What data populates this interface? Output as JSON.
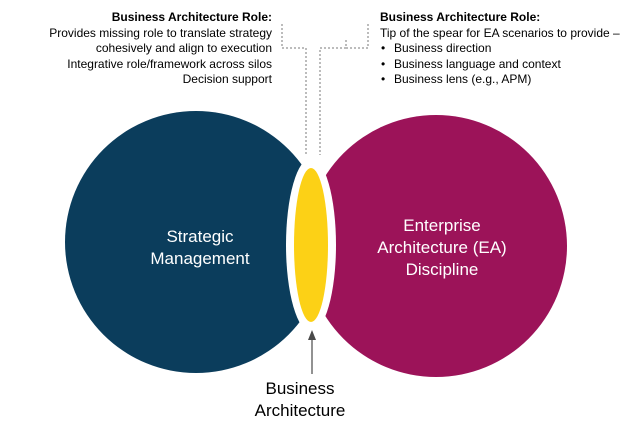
{
  "left_note": {
    "title": "Business Architecture Role:",
    "lines": [
      "Provides missing role to translate strategy",
      "cohesively and align to execution",
      "Integrative role/framework across silos",
      "Decision support"
    ]
  },
  "right_note": {
    "title": "Business Architecture Role:",
    "intro": "Tip of the spear for EA scenarios to provide –",
    "bullets": [
      "Business direction",
      "Business language and context",
      "Business lens (e.g., APM)"
    ]
  },
  "circles": {
    "left": {
      "label_line1": "Strategic",
      "label_line2": "Management",
      "color": "#0b3d5c"
    },
    "right": {
      "label_line1": "Enterprise",
      "label_line2": "Architecture (EA)",
      "label_line3": "Discipline",
      "color": "#9c1359"
    },
    "overlap": {
      "color": "#fcd116"
    }
  },
  "overlap_label": {
    "line1": "Business",
    "line2": "Architecture"
  }
}
